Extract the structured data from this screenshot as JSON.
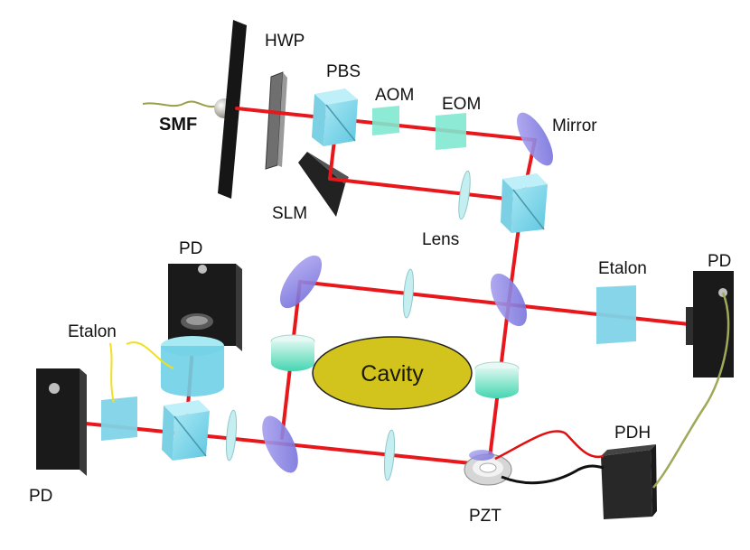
{
  "labels": {
    "hwp": "HWP",
    "pbs": "PBS",
    "aom": "AOM",
    "eom": "EOM",
    "mirror": "Mirror",
    "smf": "SMF",
    "slm": "SLM",
    "lens": "Lens",
    "pd_top": "PD",
    "pd_right": "PD",
    "pd_left": "PD",
    "etalon_left": "Etalon",
    "etalon_right": "Etalon",
    "cavity": "Cavity",
    "pdh": "PDH",
    "pzt": "PZT"
  },
  "colors": {
    "beam": "#e8171b",
    "cube": "#7fd3e8",
    "mirror": "#8a86e6",
    "lens": "#b8e8ea",
    "cavity_mirror": "#6fe0c0",
    "mount": "#1c1c1c",
    "cavity_fill": "#d2c31d",
    "fiber": "#9aa048",
    "etalon_wire": "#f0e020",
    "signal_red": "#e01010"
  }
}
